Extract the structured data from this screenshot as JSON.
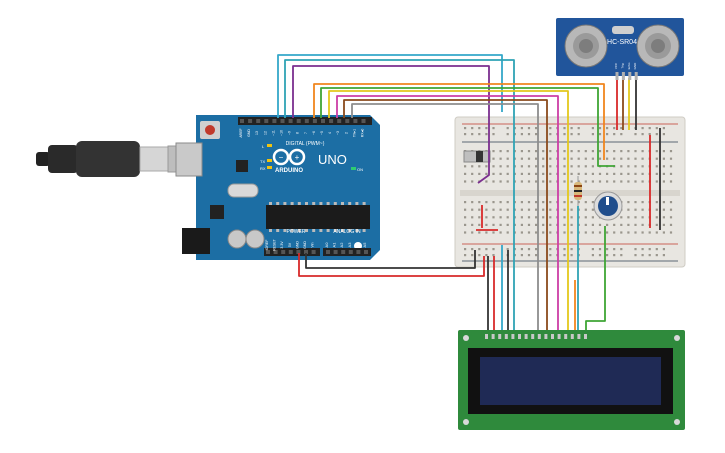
{
  "arduino": {
    "logo_text": "ARDUINO",
    "model": "UNO",
    "digital_label": "DIGITAL (PWM~)",
    "power_label": "POWER",
    "analog_label": "ANALOG IN",
    "on_label": "ON",
    "led_l": "L",
    "led_tx": "TX",
    "led_rx": "RX",
    "digital_pins": [
      "AREF",
      "GND",
      "13",
      "12",
      "~11",
      "~10",
      "~9",
      "8",
      "7",
      "~6",
      "~5",
      "4",
      "~3",
      "2",
      "TX▸1",
      "RX◂0"
    ],
    "power_pins": [
      "IOREF",
      "RESET",
      "3.3V",
      "5V",
      "GND",
      "GND",
      "Vin"
    ],
    "analog_pins": [
      "A0",
      "A1",
      "A2",
      "A3",
      "A4",
      "A5"
    ]
  },
  "sensor": {
    "label": "HC-SR04",
    "pins": [
      "VCC",
      "Trig",
      "Echo",
      "GND"
    ]
  },
  "lcd": {
    "pin_count": 16
  },
  "colors": {
    "board_blue": "#1c6ea4",
    "breadboard": "#e8e6e1",
    "lcd_screen": "#1f2a55",
    "lcd_pcb": "#2f8a3c",
    "sensor_blue": "#21559b",
    "wire_cyan": "#34a7c9",
    "wire_teal": "#2fa3b5",
    "wire_purple": "#7b2f8f",
    "wire_orange": "#f0861e",
    "wire_green": "#3fa535",
    "wire_yellow": "#e3c81c",
    "wire_magenta": "#cc3ea6",
    "wire_brown": "#8a4a1c",
    "wire_gray": "#8d8d8d",
    "wire_red": "#d82a2a",
    "wire_black": "#333333"
  }
}
